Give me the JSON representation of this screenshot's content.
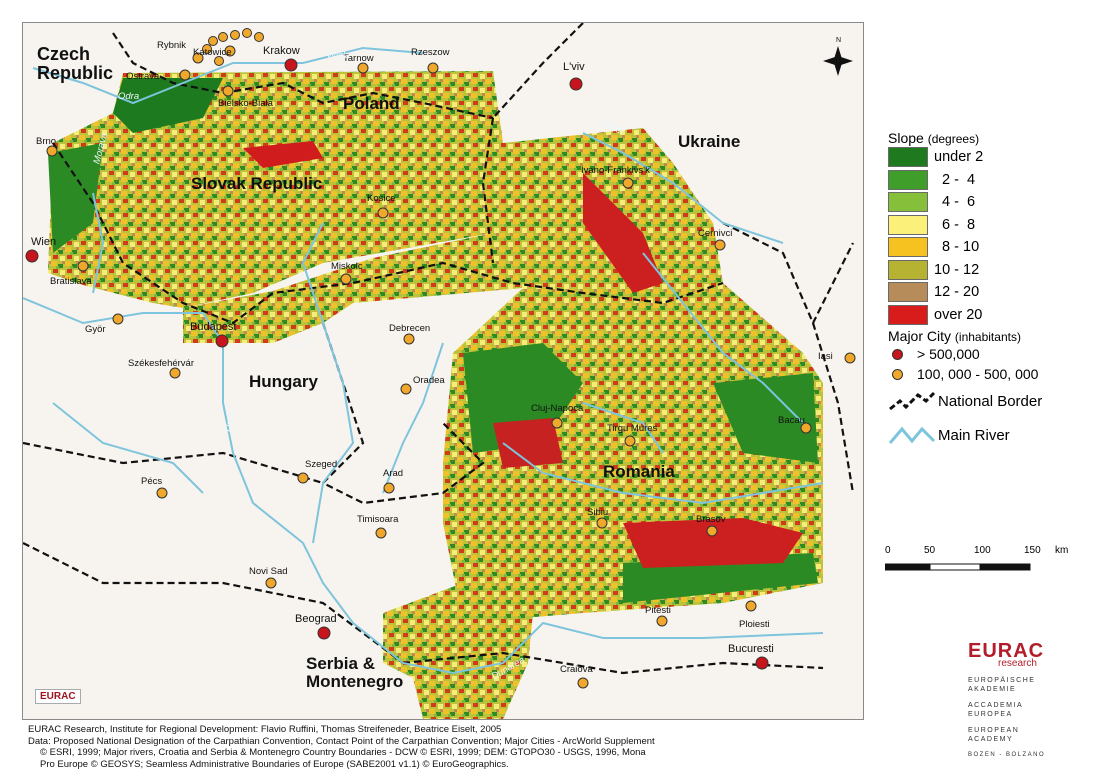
{
  "countries": [
    {
      "name": "Czech\nRepublic",
      "cls": "xl"
    },
    {
      "name": "Poland",
      "cls": "lg"
    },
    {
      "name": "Ukraine",
      "cls": "lg"
    },
    {
      "name": "Slovak Republic",
      "cls": "lg"
    },
    {
      "name": "Hungary",
      "cls": "lg"
    },
    {
      "name": "Romania",
      "cls": "lg"
    },
    {
      "name": "Serbia &\nMontenegro",
      "cls": "lg"
    }
  ],
  "cities_major": [
    "Krakow",
    "L'viv",
    "Wien",
    "Budapest",
    "Beograd",
    "Bucuresti"
  ],
  "cities_medium": [
    "Rybnik",
    "Katowice",
    "Ostrava",
    "Tarnow",
    "Rzeszow",
    "Bielsko-Biala",
    "Brno",
    "Ivano-Frankivs'k",
    "Kosice",
    "Cernivci",
    "Bratislava",
    "Miskolc",
    "Györ",
    "Debrecen",
    "Székesfehérvár",
    "Iasi",
    "Oradea",
    "Cluj-Napoca",
    "Tirgu Mures",
    "Bacau",
    "Pécs",
    "Szeged",
    "Arad",
    "Sibiu",
    "Timisoara",
    "Brasov",
    "Novi Sad",
    "Pitesti",
    "Ploiesti",
    "Craiova"
  ],
  "rivers": [
    "Wisla",
    "Odra",
    "Morava",
    "Dnister",
    "Tisza",
    "Duna",
    "Dunarea"
  ],
  "north_label": "N",
  "map_logo": "EURAC",
  "legend": {
    "slope_title": "Slope",
    "slope_unit": "(degrees)",
    "slope_classes": [
      {
        "label": "under 2",
        "color": "#1f7a1f"
      },
      {
        "label": "  2 -  4",
        "color": "#3f9e2a"
      },
      {
        "label": "  4 -  6",
        "color": "#86c03a"
      },
      {
        "label": "  6 -  8",
        "color": "#fbf17a"
      },
      {
        "label": "  8 - 10",
        "color": "#f5c21f"
      },
      {
        "label": "10 - 12",
        "color": "#b5b331"
      },
      {
        "label": "12 - 20",
        "color": "#b58c5a"
      },
      {
        "label": "over 20",
        "color": "#d81b1b"
      }
    ],
    "city_title": "Major City",
    "city_unit": "(inhabitants)",
    "city_classes": [
      {
        "label": "> 500,000",
        "color": "#c8141c"
      },
      {
        "label": "100, 000 - 500, 000",
        "color": "#f0a82c"
      }
    ],
    "border_label": "National Border",
    "river_label": "Main River"
  },
  "scale": {
    "ticks": [
      "0",
      "50",
      "100",
      "150"
    ],
    "unit": "km"
  },
  "brand": {
    "name": "EURAC",
    "sub": "research",
    "lines": [
      "EUROPÄISCHE",
      "AKADEMIE",
      "ACCADEMIA",
      "EUROPEA",
      "EUROPEAN",
      "ACADEMY",
      "BOZEN - BOLZANO"
    ]
  },
  "footer": [
    "EURAC Research, Institute for Regional Development: Flavio Ruffini, Thomas Streifeneder, Beatrice Eiselt, 2005",
    "Data: Proposed National Designation of the Carpathian Convention, Contact Point of the Carpathian Convention; Major Cities - ArcWorld Supplement",
    "© ESRI, 1999; Major rivers, Croatia and Serbia & Montenegro Country Boundaries - DCW © ESRI, 1999; DEM: GTOPO30 - USGS, 1996, Mona",
    "Pro Europe © GEOSYS; Seamless  Administrative Boundaries of Europe (SABE2001 v1.1) ©  EuroGeographics."
  ]
}
